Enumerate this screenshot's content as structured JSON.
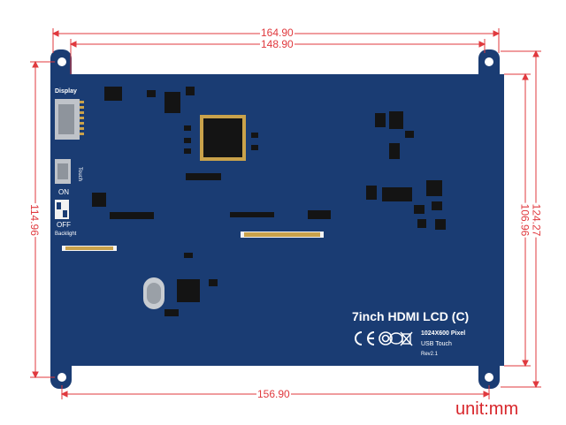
{
  "colors": {
    "board": "#1a3c73",
    "board_edge": "#0f2b58",
    "dimension": "#e0393e",
    "unit_text": "#d8262b",
    "silkscreen": "#ffffff",
    "chip": "#141414",
    "gold": "#c9a24b"
  },
  "dimensions": {
    "top_outer": "164.90",
    "top_inner": "148.90",
    "bottom": "156.90",
    "left": "114.96",
    "right_inner": "106.96",
    "right_outer": "124.27",
    "unit": "unit:mm"
  },
  "board": {
    "title": "7inch HDMI LCD (C)",
    "resolution": "1024X600 Pixel",
    "touch": "USB Touch",
    "revision": "Rev2.1",
    "display_label": "Display",
    "touch_label": "Touch",
    "switch_on": "ON",
    "switch_off": "OFF",
    "backlight_label": "Backlight",
    "certifications": [
      "CE",
      "FC",
      "RoHS",
      "WEEE"
    ]
  }
}
